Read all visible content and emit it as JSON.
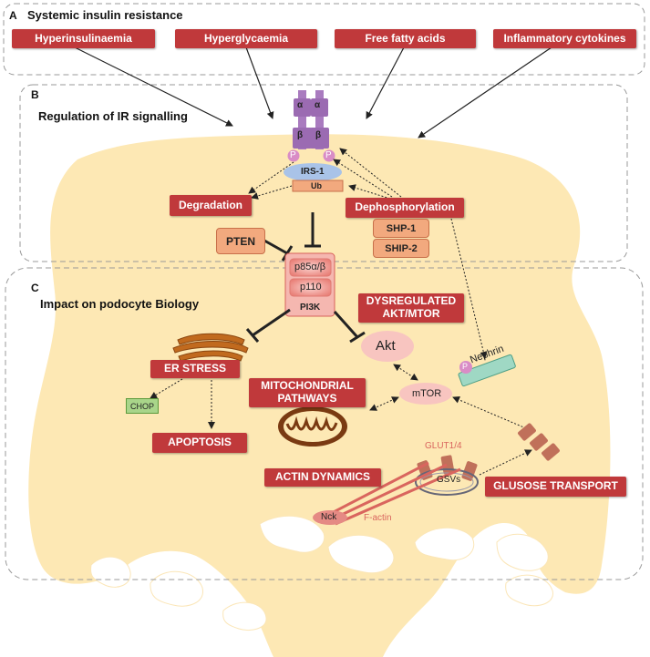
{
  "sections": {
    "a": {
      "letter": "A",
      "title": "Systemic insulin resistance"
    },
    "b": {
      "letter": "B",
      "title": "Regulation of IR signalling"
    },
    "c": {
      "letter": "C",
      "title": "Impact on podocyte Biology"
    }
  },
  "systemic_factors": [
    "Hyperinsulinaemia",
    "Hyperglycaemia",
    "Free fatty acids",
    "Inflammatory cytokines"
  ],
  "receptor": {
    "alpha": "α",
    "beta": "β",
    "phospho": "P"
  },
  "irs": {
    "irs1": "IRS-1",
    "ub": "Ub"
  },
  "labels": {
    "degradation": "Degradation",
    "dephosphorylation": "Dephosphorylation",
    "shp1": "SHP-1",
    "shp2": "SHIP-2",
    "pten": "PTEN",
    "p85": "p85α/β",
    "p110": "p110",
    "pi3k": "PI3K",
    "akt_mtor_line1": "DYSREGULATED",
    "akt_mtor_line2": "AKT/MTOR",
    "akt": "Akt",
    "mtor": "mTOR",
    "nephrin": "Nephrin",
    "nephrin_p": "P",
    "er_stress": "ER STRESS",
    "chop": "CHOP",
    "apoptosis": "APOPTOSIS",
    "mito_line1": "MITOCHONDRIAL",
    "mito_line2": "PATHWAYS",
    "actin_dynamics": "ACTIN DYNAMICS",
    "glut": "GLUT1/4",
    "gsvs": "GSVs",
    "nck": "Nck",
    "factin": "F-actin",
    "glucose_transport": "GLUSOSE TRANSPORT"
  },
  "colors": {
    "cell": "#fde8b4",
    "red_box": "#c0393b",
    "orange_box": "#f2a97e",
    "receptor": "#a97bbf",
    "phospho": "#d98cc6",
    "irs1": "#a9c3e8",
    "chop": "#a9d58a",
    "nephrin": "#9fd8c4",
    "mito": "#7a3a12",
    "glut": "#c0705a"
  }
}
